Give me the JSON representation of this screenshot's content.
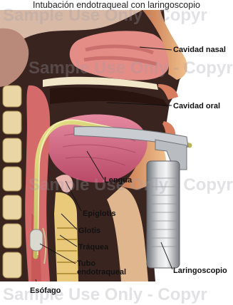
{
  "title": "Intubación endotraqueal con laringoscopio",
  "labels": {
    "cavidad_nasal": "Cavidad nasal",
    "cavidad_oral": "Cavidad oral",
    "lengua": "Lengua",
    "epiglotis": "Epiglotis",
    "glotis": "Glotis",
    "traquea": "Tráquea",
    "tubo_line1": "Tubo",
    "tubo_line2": "endotraqueal",
    "laringoscopio": "Laringoscopio",
    "esofago": "Esófago"
  },
  "watermark": {
    "line_top": "Sample Use Only - Copyr",
    "line_mid": "Sample Use Only - Copyr",
    "line_low": "Sample Use Only - Copyr",
    "line_bottom": "Sample Use Only - Copyr"
  }
}
